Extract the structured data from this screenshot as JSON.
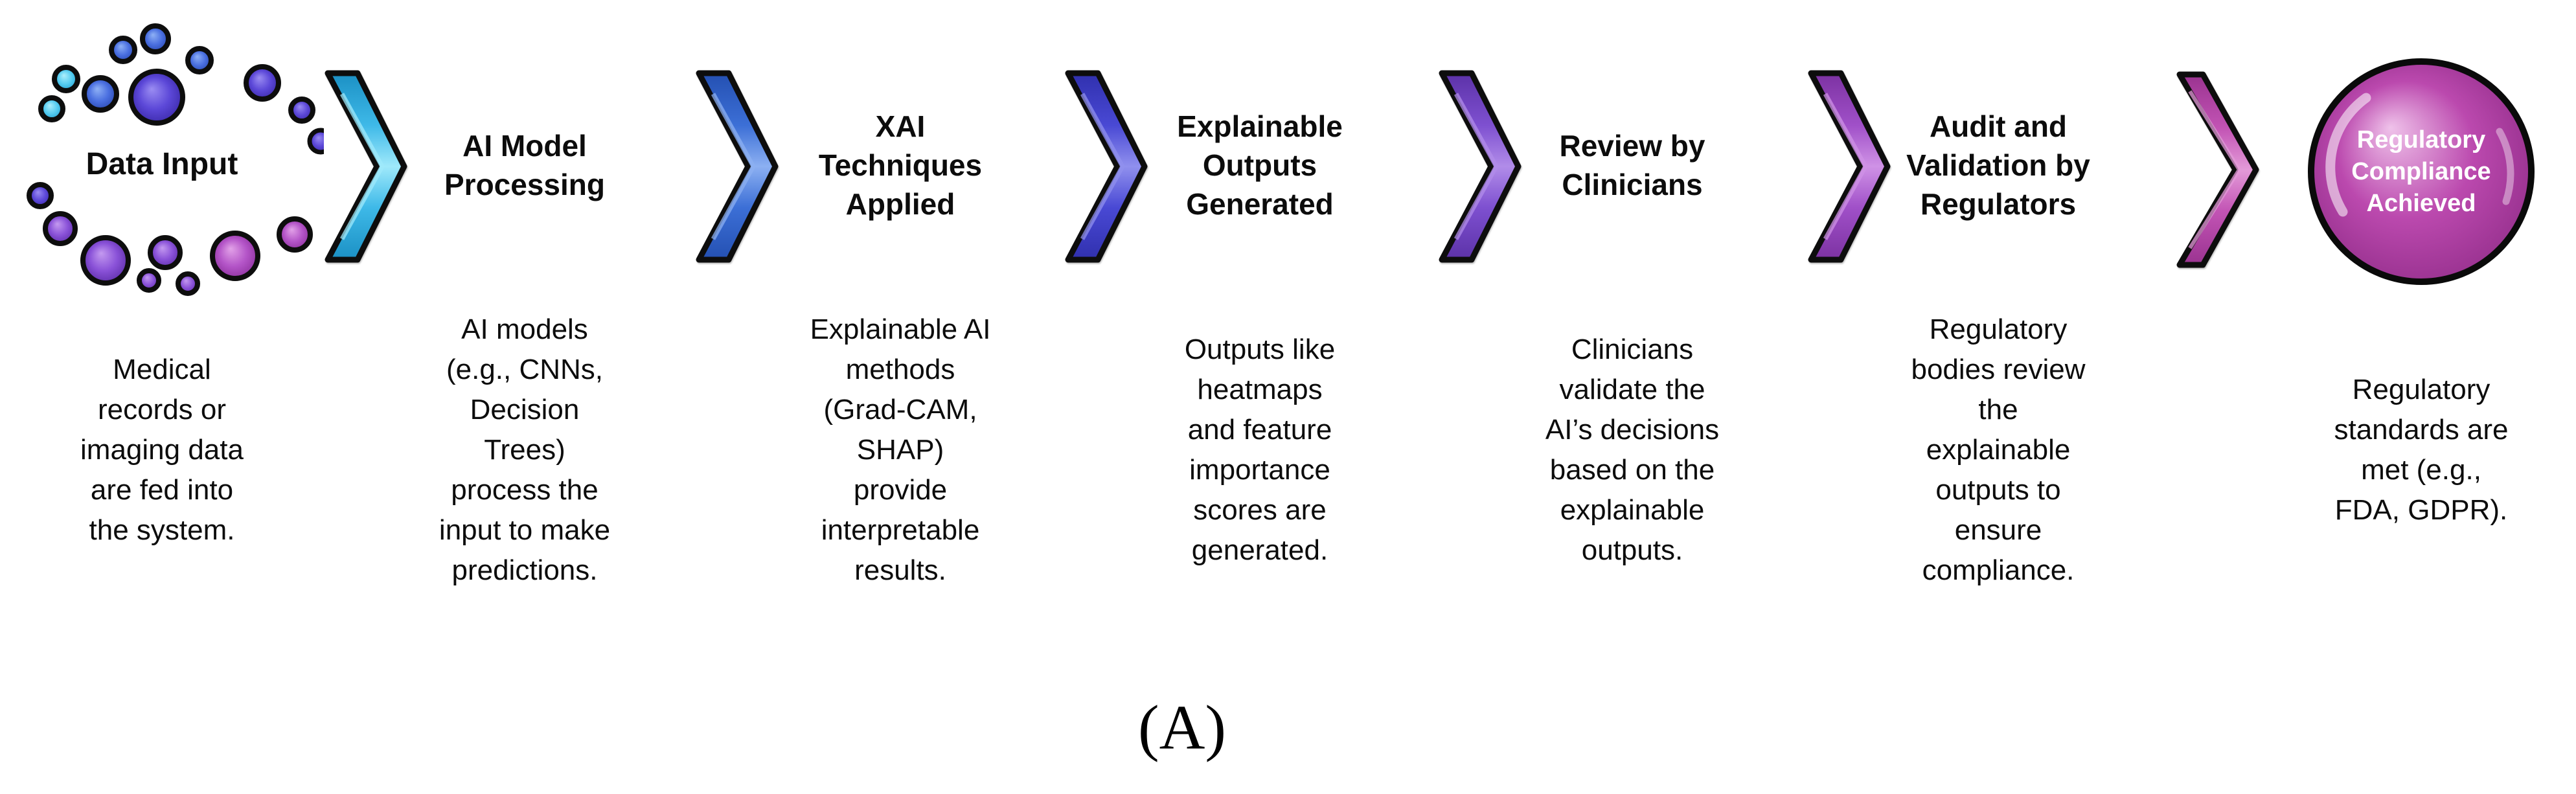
{
  "figure_label": "(A)",
  "cluster": {
    "label": "Data Input",
    "description": "Medical\nrecords or\nimaging data\nare fed into\nthe system.",
    "palette": {
      "cyan": {
        "light": "#aeeffc",
        "main": "#55ccf0",
        "dark": "#1f9ecf"
      },
      "blue": {
        "light": "#8fb1f5",
        "main": "#4a6fe0",
        "dark": "#2746ad"
      },
      "violet": {
        "light": "#9b8df2",
        "main": "#5c48d8",
        "dark": "#3a28a8"
      },
      "purple": {
        "light": "#c49af0",
        "main": "#8a52d8",
        "dark": "#5c2ca8"
      },
      "magenta": {
        "light": "#e2a2e8",
        "main": "#b455c8",
        "dark": "#8c2f9c"
      }
    }
  },
  "steps": [
    {
      "title": "AI Model\nProcessing",
      "description": "AI models\n(e.g., CNNs,\nDecision\nTrees)\nprocess the\ninput to make\npredictions.",
      "chevron": {
        "light": "#9fe9fb",
        "main": "#3eb9e8",
        "dark": "#1b90c4"
      }
    },
    {
      "title": "XAI\nTechniques\nApplied",
      "description": "Explainable AI\nmethods\n(Grad-CAM,\nSHAP)\nprovide\ninterpretable\nresults.",
      "chevron": {
        "light": "#8cb0f2",
        "main": "#3c6fd6",
        "dark": "#2450b2"
      }
    },
    {
      "title": "Explainable\nOutputs\nGenerated",
      "description": "Outputs like\nheatmaps\nand feature\nimportance\nscores are\ngenerated.",
      "chevron": {
        "light": "#9090ee",
        "main": "#4949d4",
        "dark": "#3030ae"
      }
    },
    {
      "title": "Review by\nClinicians",
      "description": "Clinicians\nvalidate the\nAI’s decisions\nbased on the\nexplainable\noutputs.",
      "chevron": {
        "light": "#b18ce9",
        "main": "#7e50d0",
        "dark": "#5c32a8"
      }
    },
    {
      "title": "Audit and\nValidation by\nRegulators",
      "description": "Regulatory\nbodies review\nthe\nexplainable\noutputs to\nensure\ncompliance.",
      "chevron": {
        "light": "#cf92e6",
        "main": "#a050c8",
        "dark": "#7c32a2"
      }
    }
  ],
  "final_step": {
    "chevron": {
      "light": "#e39ad8",
      "main": "#c253b4",
      "dark": "#9a3390"
    },
    "badge_label": "Regulatory\nCompliance\nAchieved",
    "description": "Regulatory\nstandards are\nmet (e.g.,\nFDA, GDPR).",
    "sphere": {
      "light": "#efc2ea",
      "main": "#bb49ae",
      "dark": "#8f2b87"
    }
  }
}
